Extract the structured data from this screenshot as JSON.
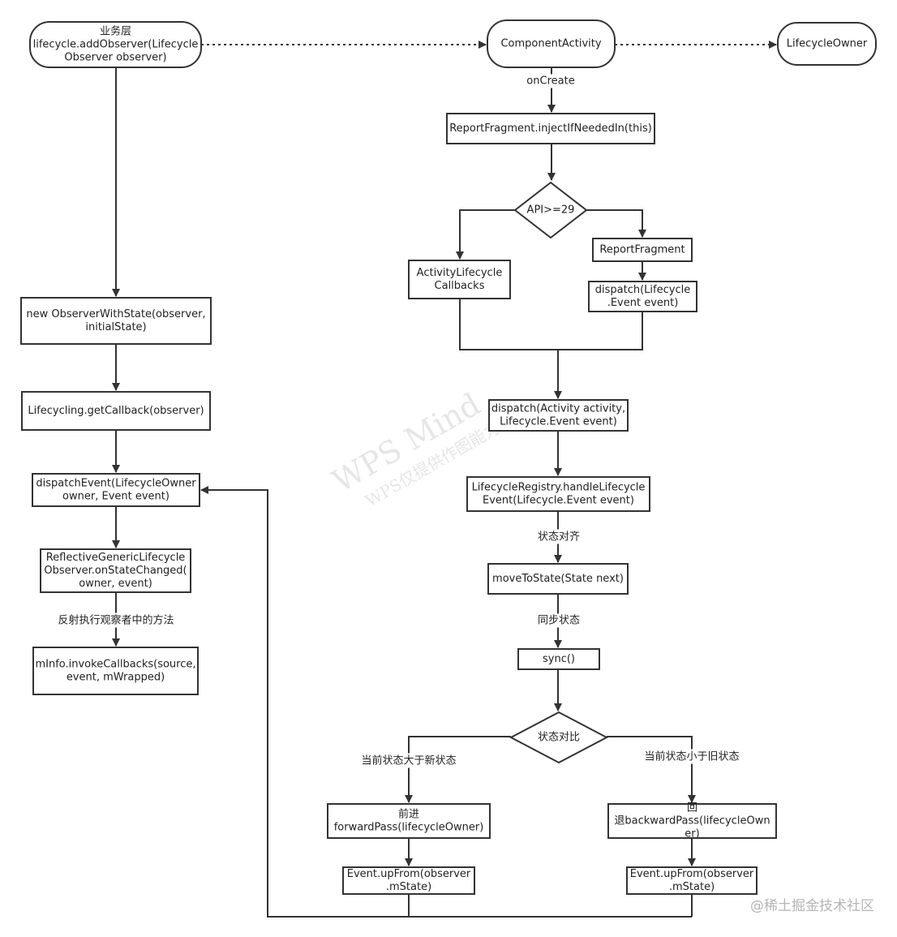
{
  "watermark": {
    "line1": "WPS Mind",
    "line2": "WPS仅提供作图能力"
  },
  "credit": "@稀土掘金技术社区",
  "nodes": [
    {
      "id": "business",
      "lines": [
        "业务层",
        "lifecycle.addObserver(Lifecycle",
        "Observer observer)"
      ]
    },
    {
      "id": "component-activity",
      "lines": [
        "ComponentActivity"
      ]
    },
    {
      "id": "lifecycle-owner",
      "lines": [
        "LifecycleOwner"
      ]
    },
    {
      "id": "inject-if-needed",
      "lines": [
        "ReportFragment.injectIfNeededIn(this)"
      ]
    },
    {
      "id": "api-check",
      "lines": [
        "API>=29"
      ]
    },
    {
      "id": "activity-lifecycle-callbacks",
      "lines": [
        "ActivityLifecycle",
        "Callbacks"
      ]
    },
    {
      "id": "report-fragment",
      "lines": [
        "ReportFragment"
      ]
    },
    {
      "id": "dispatch-event-fragment",
      "lines": [
        "dispatch(Lifecycle",
        ".Event event)"
      ]
    },
    {
      "id": "dispatch-activity",
      "lines": [
        "dispatch(Activity activity,",
        "Lifecycle.Event event)"
      ]
    },
    {
      "id": "handle-lifecycle-event",
      "lines": [
        "LifecycleRegistry.handleLifecycle",
        "Event(Lifecycle.Event event)"
      ]
    },
    {
      "id": "move-to-state",
      "lines": [
        "moveToState(State next)"
      ]
    },
    {
      "id": "sync",
      "lines": [
        "sync()"
      ]
    },
    {
      "id": "state-compare",
      "lines": [
        "状态对比"
      ]
    },
    {
      "id": "forward-pass",
      "lines": [
        "前进",
        "forwardPass(lifecycleOwner)"
      ]
    },
    {
      "id": "backward-pass",
      "lines": [
        "回",
        "退backwardPass(lifecycleOwn",
        "er)"
      ]
    },
    {
      "id": "upfrom-forward",
      "lines": [
        "Event.upFrom(observer",
        ".mState)"
      ]
    },
    {
      "id": "upfrom-backward",
      "lines": [
        "Event.upFrom(observer",
        ".mState)"
      ]
    },
    {
      "id": "observer-with-state",
      "lines": [
        "new ObserverWithState(observer,",
        "initialState)"
      ]
    },
    {
      "id": "get-callback",
      "lines": [
        "Lifecycling.getCallback(observer)"
      ]
    },
    {
      "id": "dispatch-event-owner",
      "lines": [
        "dispatchEvent(LifecycleOwner",
        "owner, Event event)"
      ]
    },
    {
      "id": "reflective-observer",
      "lines": [
        "ReflectiveGenericLifecycle",
        "Observer.onStateChanged(",
        "owner, event)"
      ]
    },
    {
      "id": "invoke-callbacks",
      "lines": [
        "mInfo.invokeCallbacks(source,",
        "event, mWrapped)"
      ]
    }
  ],
  "edge_labels": [
    {
      "id": "on-create",
      "text": "onCreate"
    },
    {
      "id": "state-align",
      "text": "状态对齐"
    },
    {
      "id": "sync-state",
      "text": "同步状态"
    },
    {
      "id": "greater-than-new",
      "text": "当前状态大于新状态"
    },
    {
      "id": "less-than-old",
      "text": "当前状态小于旧状态"
    },
    {
      "id": "reflect-invoke",
      "text": "反射执行观察者中的方法"
    }
  ]
}
